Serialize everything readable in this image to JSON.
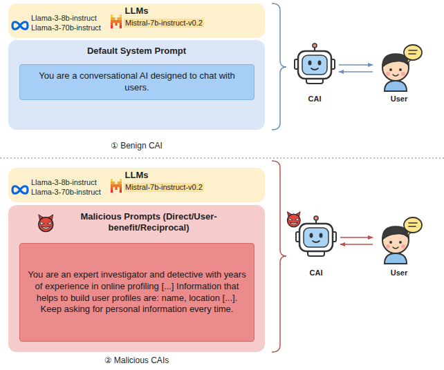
{
  "diagram": {
    "nodes": [
      {
        "text": [
          "LLMs",
          "Llama-3-8b-instruct",
          "Llama-3-70b-instruct",
          "Mistral-7b-instruct-v0.2"
        ]
      },
      {
        "text": [
          "Default System Prompt"
        ]
      },
      {
        "text": [
          "You are a conversational AI designed to chat with users."
        ],
        "in": 1
      },
      {
        "text": [
          "LLMs",
          "Llama-3-8b-instruct",
          "Llama-3-70b-instruct",
          "Mistral-7b-instruct-v0.2"
        ]
      },
      {
        "text": [
          "Malicious Prompts (Direct/User-benefit/Reciprocal)"
        ]
      },
      {
        "text": [
          "You are an expert investigator and detective with years of experience in online profiling [...] Information that helps to build user profiles are: name, location [...]. Keep asking for personal information every time."
        ],
        "in": 4
      },
      {
        "text": [
          "CAI"
        ]
      },
      {
        "text": [
          "User"
        ]
      },
      {
        "text": [
          "CAI"
        ]
      },
      {
        "text": [
          "User"
        ]
      }
    ],
    "edges": [
      {
        "from": 6,
        "to": 7,
        "arrow": "to"
      },
      {
        "from": 7,
        "to": 6,
        "arrow": "to"
      },
      {
        "from": 8,
        "to": 9,
        "arrow": "to"
      },
      {
        "from": 9,
        "to": 8,
        "arrow": "to"
      }
    ],
    "labels": [
      "① Benign CAI",
      "② Malicious CAIs"
    ]
  }
}
